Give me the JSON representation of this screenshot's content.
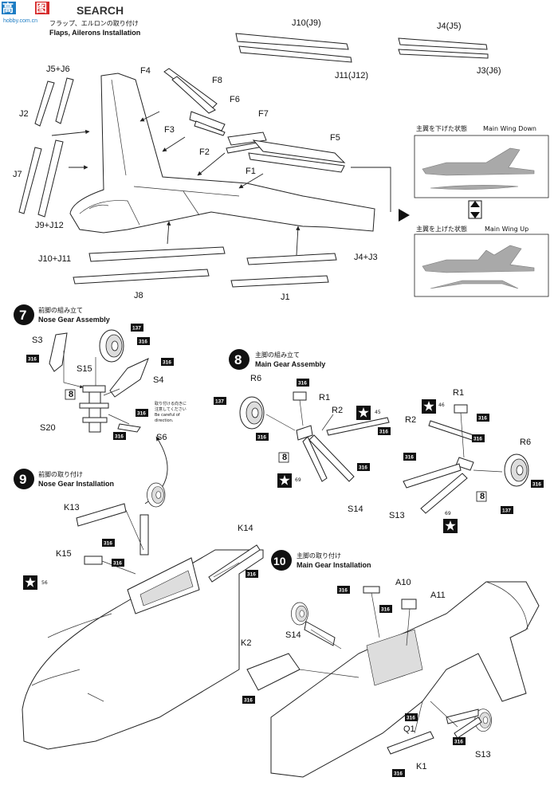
{
  "watermark": {
    "brand_cn": "高",
    "brand_cn2": "图",
    "site": "hobby.com.cn",
    "search": "SEARCH"
  },
  "step6": {
    "title_jp": "フラップ、エルロンの取り付け",
    "title_en": "Flaps, Ailerons Installation"
  },
  "step7": {
    "number": "7",
    "title_jp": "前脚の組み立て",
    "title_en": "Nose Gear Assembly"
  },
  "step8": {
    "number": "8",
    "title_jp": "主脚の組み立て",
    "title_en": "Main Gear Assembly"
  },
  "step9": {
    "number": "9",
    "title_jp": "前脚の取り付け",
    "title_en": "Nose Gear Installation"
  },
  "step10": {
    "number": "10",
    "title_jp": "主脚の取り付け",
    "title_en": "Main Gear Installation"
  },
  "wing_down": {
    "label_jp": "主翼を下げた状態",
    "label_en": "Main Wing Down"
  },
  "wing_up": {
    "label_jp": "主翼を上げた状態",
    "label_en": "Main Wing Up"
  },
  "s6_note": [
    "取り付ける向きに",
    "注意してください",
    "Be careful of",
    "direction."
  ],
  "parts6": {
    "J10": "J10(J9)",
    "J11": "J11(J12)",
    "J4": "J4(J5)",
    "J3": "J3(J6)",
    "J5J6": "J5+J6",
    "J2": "J2",
    "J7": "J7",
    "J9J12": "J9+J12",
    "F4": "F4",
    "F8": "F8",
    "F6": "F6",
    "F3": "F3",
    "F7": "F7",
    "F2": "F2",
    "F5": "F5",
    "F1": "F1",
    "J10J11": "J10+J11",
    "J8": "J8",
    "J4J3": "J4+J3",
    "J1": "J1"
  },
  "parts7": {
    "S3": "S3",
    "S15": "S15",
    "S4": "S4",
    "S20": "S20",
    "S6": "S6",
    "n8": "8"
  },
  "parts8": {
    "R6a": "R6",
    "R1a": "R1",
    "R2a": "R2",
    "n8a": "8",
    "S14": "S14",
    "R1b": "R1",
    "R2b": "R2",
    "R6b": "R6",
    "S13": "S13",
    "n8b": "8"
  },
  "parts9": {
    "K13": "K13",
    "K15": "K15",
    "K14": "K14"
  },
  "parts10": {
    "A10": "A10",
    "A11": "A11",
    "S14": "S14",
    "K2": "K2",
    "Q1": "Q1",
    "K1": "K1",
    "S13": "S13"
  },
  "codes": {
    "c316": "316",
    "c137": "137"
  },
  "stars": {
    "s45": "45",
    "s46": "46",
    "s69a": "69",
    "s69b": "69",
    "s56": "56"
  }
}
